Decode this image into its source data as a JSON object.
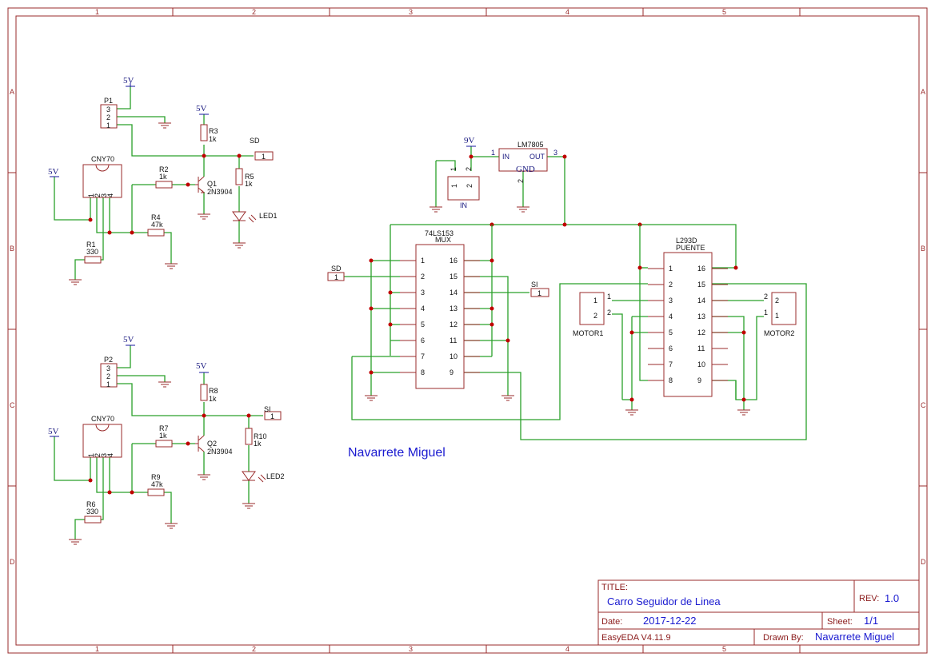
{
  "zones": {
    "columns": [
      "1",
      "2",
      "3",
      "4",
      "5"
    ],
    "rows": [
      "A",
      "B",
      "C",
      "D"
    ]
  },
  "author_note": "Navarrete Miguel",
  "title_block": {
    "title_label": "TITLE:",
    "title": "Carro Seguidor de Linea",
    "rev_label": "REV:",
    "rev": "1.0",
    "date_label": "Date:",
    "date": "2017-12-22",
    "sheet_label": "Sheet:",
    "sheet": "1/1",
    "tool": "EasyEDA V4.11.9",
    "drawn_label": "Drawn By:",
    "drawn_by": "Navarrete Miguel"
  },
  "power": {
    "v5": "5V",
    "v9": "9V"
  },
  "sensor1": {
    "header": "P1",
    "sensor": "CNY70",
    "r3": "R3",
    "r3v": "1k",
    "r5": "R5",
    "r5v": "1k",
    "r2": "R2",
    "r2v": "1k",
    "r4": "R4",
    "r4v": "47k",
    "r1": "R1",
    "r1v": "330",
    "q": "Q1",
    "qv": "2N3904",
    "led": "LED1",
    "net": "SD"
  },
  "sensor2": {
    "header": "P2",
    "sensor": "CNY70",
    "r3": "R8",
    "r3v": "1k",
    "r5": "R10",
    "r5v": "1k",
    "r2": "R7",
    "r2v": "1k",
    "r4": "R9",
    "r4v": "47k",
    "r1": "R6",
    "r1v": "330",
    "q": "Q2",
    "qv": "2N3904",
    "led": "LED2",
    "net": "SI"
  },
  "regulator": {
    "name": "LM7805",
    "in": "IN",
    "out": "OUT",
    "gnd": "GND",
    "input_conn": "IN"
  },
  "mux": {
    "part": "74LS153",
    "name": "MUX",
    "net_sd": "SD",
    "net_si": "SI"
  },
  "driver": {
    "part": "L293D",
    "name": "PUENTE"
  },
  "motors": {
    "m1": "MOTOR1",
    "m2": "MOTOR2"
  },
  "pins": {
    "p123": [
      "3",
      "2",
      "1"
    ],
    "sensor": [
      "1",
      "2",
      "3",
      "4"
    ],
    "one": "1",
    "two": "2",
    "three": "3",
    "mux_left": [
      "1",
      "2",
      "3",
      "4",
      "5",
      "6",
      "7",
      "8"
    ],
    "mux_right": [
      "16",
      "15",
      "14",
      "13",
      "12",
      "11",
      "10",
      "9"
    ]
  }
}
